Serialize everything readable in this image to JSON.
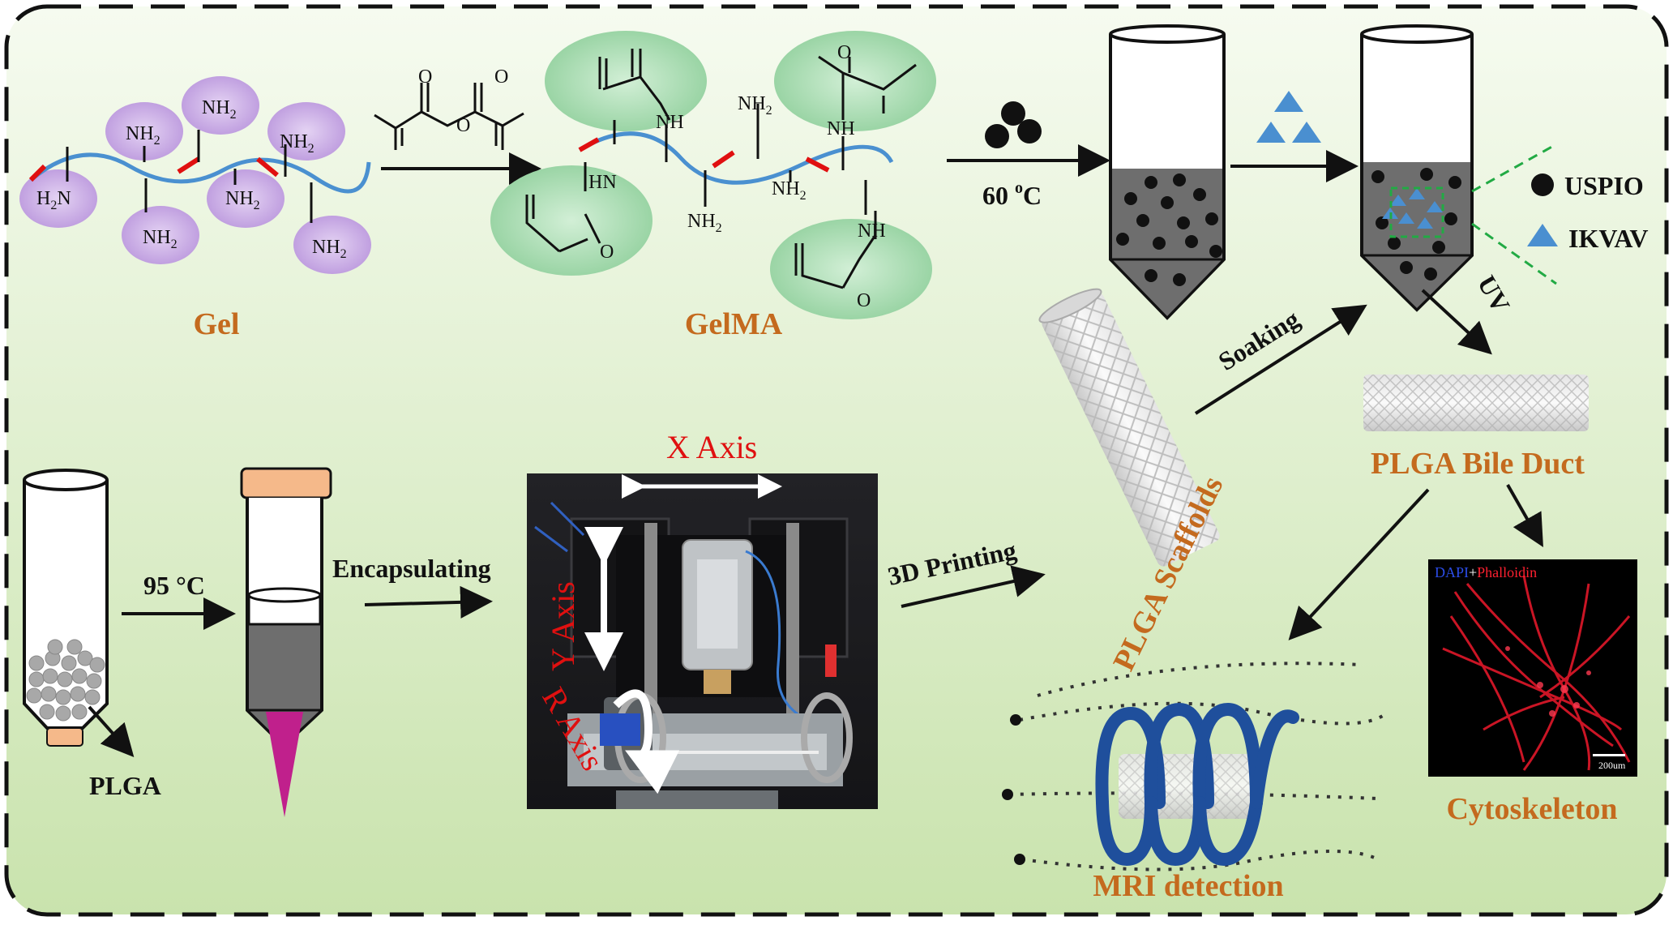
{
  "labels": {
    "gel": "Gel",
    "gelma": "GelMA",
    "temp60": "60 ",
    "temp60_sup": "o",
    "temp60_unit": "C",
    "uspio": "USPIO",
    "ikvav": "IKVAV",
    "uv": "UV",
    "soaking": "Soaking",
    "bile_duct": "PLGA Bile Duct",
    "scaffolds": "PLGA Scaffolds",
    "printing": "3D Printing",
    "encapsulating": "Encapsulating",
    "temp95": "95 °C",
    "plga": "PLGA",
    "x_axis": "X Axis",
    "y_axis": "Y Axis",
    "r_axis": "R Axis",
    "dapi": "DAPI",
    "plus": "+",
    "phalloidin": "Phalloidin",
    "scale": "200um",
    "cytoskeleton": "Cytoskeleton",
    "mri": "MRI detection"
  },
  "chem": {
    "nh2": "NH",
    "sub2": "2",
    "h2n_h": "H",
    "h2n_n": "N",
    "nh": "NH",
    "hn": "HN",
    "o": "O"
  },
  "colors": {
    "background_start": "#f6fbf0",
    "background_end": "#c9e3ad",
    "purple_blob": "#c7a6e3",
    "green_blob": "#9ed6a8",
    "chain_blue": "#4a90d0",
    "chain_red": "#e01010",
    "label_orange": "#c46a1e",
    "ikvav_blue": "#4a8fd0",
    "coil_blue": "#1f4f9c",
    "tip_magenta": "#c0208c",
    "cap_orange": "#f5b98a"
  }
}
